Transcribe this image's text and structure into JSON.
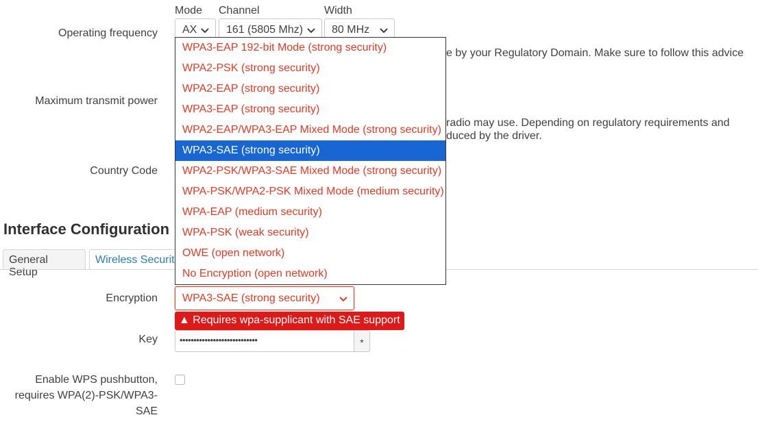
{
  "operating_frequency": {
    "label": "Operating frequency",
    "mode": {
      "header": "Mode",
      "value": "AX"
    },
    "channel": {
      "header": "Channel",
      "value": "161 (5805 Mhz)"
    },
    "width": {
      "header": "Width",
      "value": "80 MHz"
    },
    "hint_partial": "e by your Regulatory Domain. Make sure to follow this advice"
  },
  "max_transmit_power": {
    "label": "Maximum transmit power",
    "hint_line1_partial": "radio may use. Depending on regulatory requirements and",
    "hint_line2_partial": "duced by the driver."
  },
  "country_code": {
    "label": "Country Code"
  },
  "interface_config": {
    "heading": "Interface Configuration",
    "tabs": [
      {
        "label": "General Setup",
        "active": false
      },
      {
        "label": "Wireless Securit",
        "active": true
      }
    ]
  },
  "encryption": {
    "label": "Encryption",
    "value": "WPA3-SAE (strong security)",
    "warning_icon": "warning-triangle-icon",
    "warning_text": "Requires wpa-supplicant with SAE support",
    "options": [
      {
        "label": "WPA3-EAP 192-bit Mode (strong security)",
        "selected": false
      },
      {
        "label": "WPA2-PSK (strong security)",
        "selected": false
      },
      {
        "label": "WPA2-EAP (strong security)",
        "selected": false
      },
      {
        "label": "WPA3-EAP (strong security)",
        "selected": false
      },
      {
        "label": "WPA2-EAP/WPA3-EAP Mixed Mode (strong security)",
        "selected": false
      },
      {
        "label": "WPA3-SAE (strong security)",
        "selected": true
      },
      {
        "label": "WPA2-PSK/WPA3-SAE Mixed Mode (strong security)",
        "selected": false
      },
      {
        "label": "WPA-PSK/WPA2-PSK Mixed Mode (medium security)",
        "selected": false
      },
      {
        "label": "WPA-EAP (medium security)",
        "selected": false
      },
      {
        "label": "WPA-PSK (weak security)",
        "selected": false
      },
      {
        "label": "OWE (open network)",
        "selected": false
      },
      {
        "label": "No Encryption (open network)",
        "selected": false
      }
    ]
  },
  "key": {
    "label": "Key",
    "masked_value": "••••••••••••••••••••••••••••",
    "reveal_button": "*"
  },
  "wps": {
    "label_line1": "Enable WPS pushbutton,",
    "label_line2": "requires WPA(2)-PSK/WPA3-",
    "label_line3": "SAE"
  },
  "colors": {
    "accent_blue": "#1866d2",
    "option_red": "#e53a22",
    "warning_red": "#dc1a1a"
  }
}
